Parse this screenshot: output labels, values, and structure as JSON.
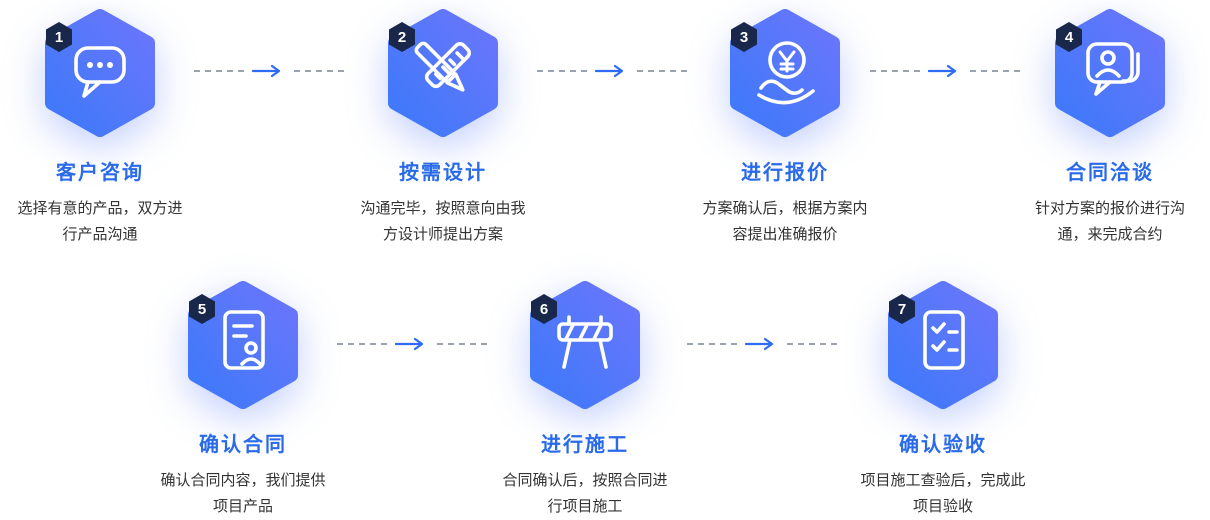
{
  "colors": {
    "title_blue": "#2A6BE8",
    "desc_gray": "#333333",
    "badge_navy": "#18274A",
    "hex_gradient_start": "#6B76FB",
    "hex_gradient_end": "#3D79FA",
    "arrow_blue": "#2F6CF6",
    "dash_gray": "#9AA3AD",
    "background": "#FFFFFF"
  },
  "steps": [
    {
      "number": "1",
      "title": "客户咨询",
      "icon": "chat-bubble-icon",
      "desc": [
        "选择有意的产品，双方进",
        "行产品沟通"
      ]
    },
    {
      "number": "2",
      "title": "按需设计",
      "icon": "pencil-ruler-icon",
      "desc": [
        "沟通完毕，按照意向由我",
        "方设计师提出方案"
      ]
    },
    {
      "number": "3",
      "title": "进行报价",
      "icon": "coin-hand-icon",
      "desc": [
        "方案确认后，根据方案内",
        "容提出准确报价"
      ]
    },
    {
      "number": "4",
      "title": "合同洽谈",
      "icon": "person-bubble-icon",
      "desc": [
        "针对方案的报价进行沟",
        "通，来完成合约"
      ]
    },
    {
      "number": "5",
      "title": "确认合同",
      "icon": "contract-document-icon",
      "desc": [
        "确认合同内容，我们提供",
        "项目产品"
      ]
    },
    {
      "number": "6",
      "title": "进行施工",
      "icon": "construction-barrier-icon",
      "desc": [
        "合同确认后，按照合同进",
        "行项目施工"
      ]
    },
    {
      "number": "7",
      "title": "确认验收",
      "icon": "checklist-icon",
      "desc": [
        "项目施工查验后，完成此",
        "项目验收"
      ]
    }
  ]
}
